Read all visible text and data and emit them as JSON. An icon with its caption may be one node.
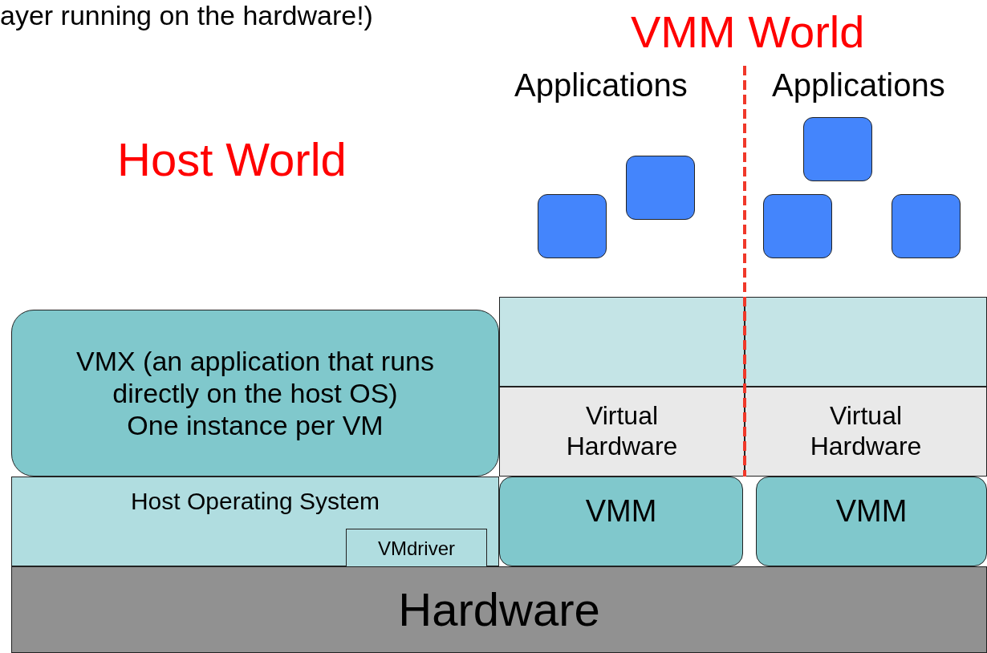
{
  "diagram": {
    "nodes": [
      {
        "text": [
          "VMX (an application that runs directly on the host OS)",
          "One instance per VM"
        ]
      },
      {
        "text": [
          "Host Operating System"
        ]
      },
      {
        "text": [
          "VMdriver"
        ],
        "in": 1
      },
      {
        "text": [],
        "shape": "box"
      },
      {
        "text": [],
        "shape": "box"
      },
      {
        "text": [
          "Virtual Hardware"
        ]
      },
      {
        "text": [
          "Virtual Hardware"
        ]
      },
      {
        "text": [
          "VMM"
        ]
      },
      {
        "text": [
          "VMM"
        ]
      },
      {
        "text": [
          "Hardware"
        ]
      },
      {
        "text": [],
        "shape": "box"
      },
      {
        "text": [],
        "shape": "box"
      },
      {
        "text": [],
        "shape": "box"
      },
      {
        "text": [],
        "shape": "box"
      },
      {
        "text": [],
        "shape": "box"
      }
    ],
    "labels": [
      "ayer running on the hardware!)",
      "VMM World",
      "Applications",
      "Applications",
      "Host World"
    ]
  }
}
